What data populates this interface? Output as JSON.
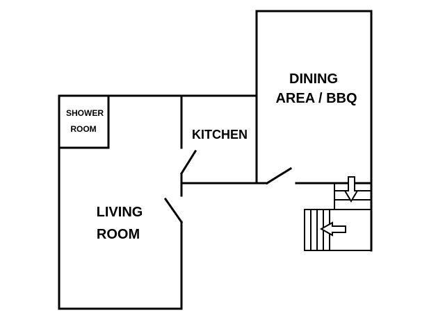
{
  "floor_plan": {
    "rooms": {
      "shower_room": {
        "line1": "SHOWER",
        "line2": "ROOM"
      },
      "kitchen": {
        "label": "KITCHEN"
      },
      "dining": {
        "line1": "DINING",
        "line2": "AREA / BBQ"
      },
      "living_room": {
        "line1": "LIVING",
        "line2": "ROOM"
      }
    },
    "colors": {
      "walls": "#000000",
      "background": "#ffffff"
    },
    "icons": [
      "stair-down-arrow-icon",
      "stair-left-arrow-icon"
    ]
  }
}
